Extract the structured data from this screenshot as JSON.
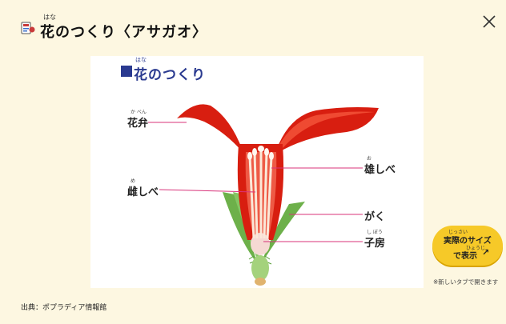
{
  "header": {
    "title_ruby": "はな",
    "title": "花のつくり〈アサガオ〉",
    "close_label": "×"
  },
  "figure": {
    "title_ruby": "はな",
    "title": "花のつくり",
    "labels": {
      "petal": {
        "ruby": "か べん",
        "text": "花弁"
      },
      "stamen": {
        "ruby": "お",
        "text": "雄しべ"
      },
      "pistil": {
        "ruby": "め",
        "text": "雌しべ"
      },
      "calyx": {
        "text": "がく"
      },
      "ovary": {
        "ruby": "し ぼう",
        "text": "子房"
      }
    },
    "colors": {
      "petal": "#d81e10",
      "leader": "#d8337a",
      "sepal": "#5aa13a"
    }
  },
  "size_button": {
    "ruby1": "じっさい",
    "line1": "実際のサイズ",
    "ruby2": "ひょうじ",
    "line2": "で表示",
    "arrow": "↗"
  },
  "newtab_note": "※新しいタブで開きます",
  "source": "出典：ポプラディア情報館"
}
